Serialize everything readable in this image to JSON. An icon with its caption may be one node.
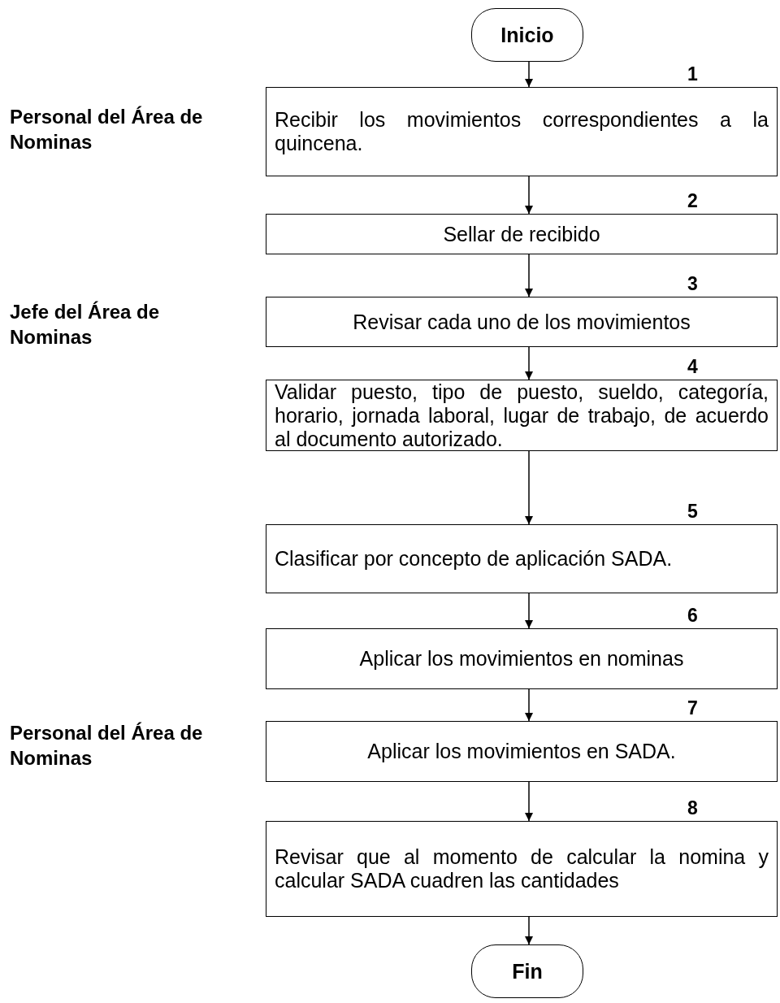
{
  "diagram": {
    "nodes": [
      {
        "text": [
          "Inicio"
        ]
      },
      {
        "text": [
          "Recibir los movimientos correspondientes a la quincena."
        ],
        "beside": [
          "1"
        ]
      },
      {
        "text": [
          "Sellar de recibido"
        ],
        "beside": [
          "2"
        ]
      },
      {
        "text": [
          "Revisar cada uno de los movimientos"
        ],
        "beside": [
          "3"
        ]
      },
      {
        "text": [
          "Validar puesto, tipo de puesto, sueldo, categoría, horario, jornada laboral, lugar de trabajo, de acuerdo al documento autorizado."
        ],
        "beside": [
          "4"
        ]
      },
      {
        "text": [
          "Clasificar por concepto de aplicación SADA."
        ],
        "beside": [
          "5"
        ]
      },
      {
        "text": [
          "Aplicar los movimientos en nominas"
        ],
        "beside": [
          "6"
        ]
      },
      {
        "text": [
          "Aplicar los movimientos en SADA."
        ],
        "beside": [
          "7"
        ]
      },
      {
        "text": [
          "Revisar que al momento de calcular la nomina y calcular SADA cuadren las cantidades"
        ],
        "beside": [
          "8"
        ]
      },
      {
        "text": [
          "Fin"
        ]
      }
    ],
    "edges": [
      {
        "from": 0,
        "to": 1,
        "arrow": "to"
      },
      {
        "from": 1,
        "to": 2,
        "arrow": "to"
      },
      {
        "from": 2,
        "to": 3,
        "arrow": "to"
      },
      {
        "from": 3,
        "to": 4,
        "arrow": "to"
      },
      {
        "from": 4,
        "to": 5,
        "arrow": "to"
      },
      {
        "from": 5,
        "to": 6,
        "arrow": "to"
      },
      {
        "from": 6,
        "to": 7,
        "arrow": "to"
      },
      {
        "from": 7,
        "to": 8,
        "arrow": "to"
      },
      {
        "from": 8,
        "to": 9,
        "arrow": "to"
      }
    ],
    "labels": [
      "Personal del Área de Nominas",
      "Jefe del Área de Nominas",
      "Personal del Área de Nominas"
    ]
  }
}
